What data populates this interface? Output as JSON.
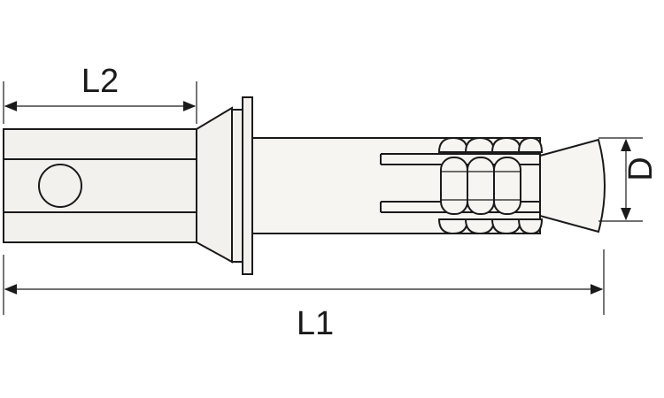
{
  "labels": {
    "l2": "L2",
    "l1": "L1",
    "d": "D"
  },
  "colors": {
    "stroke": "#1a1a1a",
    "fill": "#f3f1ee",
    "background": "#ffffff"
  }
}
